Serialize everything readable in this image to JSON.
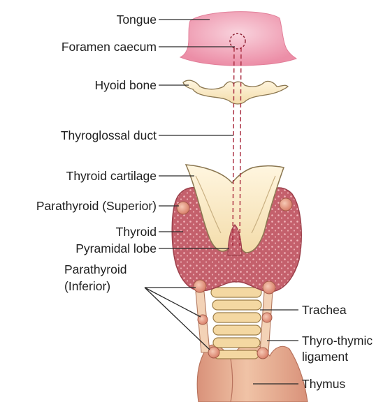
{
  "labels": {
    "tongue": "Tongue",
    "foramen_caecum": "Foramen caecum",
    "hyoid_bone": "Hyoid bone",
    "thyroglossal_duct": "Thyroglossal duct",
    "thyroid_cartilage": "Thyroid cartilage",
    "parathyroid_superior": "Parathyroid (Superior)",
    "thyroid": "Thyroid",
    "pyramidal_lobe": "Pyramidal lobe",
    "parathyroid_inferior_line1": "Parathyroid",
    "parathyroid_inferior_line2": "(Inferior)",
    "trachea": "Trachea",
    "thyro_thymic_line1": "Thyro-thymic",
    "thyro_thymic_line2": "ligament",
    "thymus": "Thymus"
  },
  "colors": {
    "tongue": "#ee97ad",
    "tongue_highlight": "#f9d3dd",
    "bone": "#fbebc8",
    "cartilage_outline": "#8a7650",
    "thyroid": "#c8646f",
    "thyroid_dots": "#f0b3b8",
    "parathyroid": "#e59a82",
    "trachea_ring": "#f4d9a5",
    "thymus": "#e9b393",
    "duct": "#b03045"
  }
}
